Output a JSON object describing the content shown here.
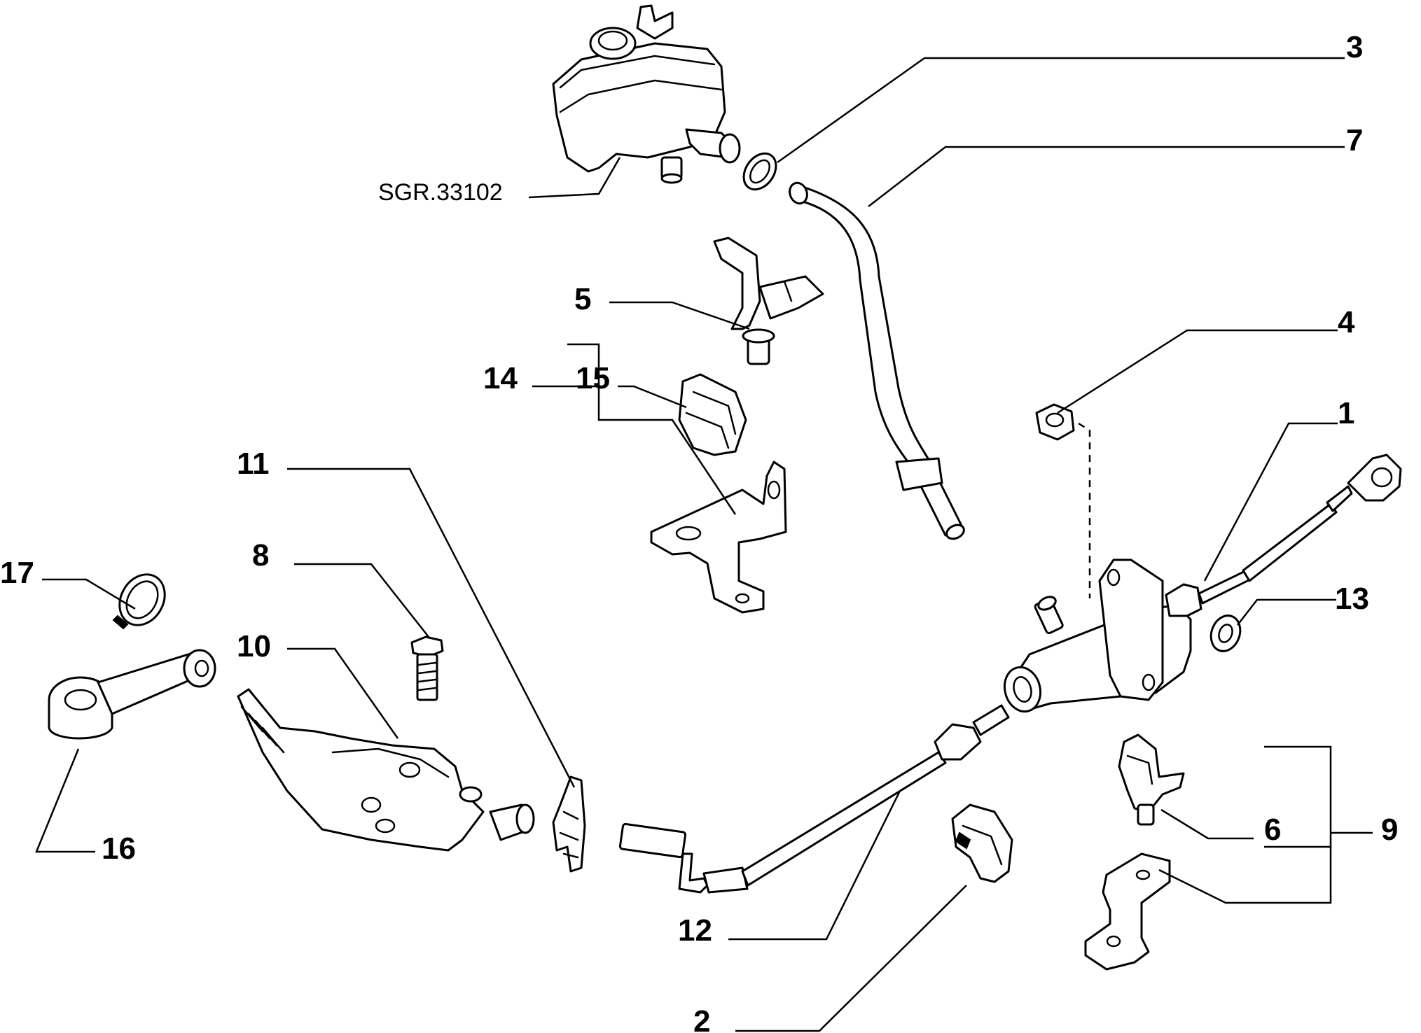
{
  "diagram": {
    "reference_code": "SGR.33102",
    "callouts": {
      "c1": "1",
      "c2": "2",
      "c3": "3",
      "c4": "4",
      "c5": "5",
      "c6": "6",
      "c7": "7",
      "c8": "8",
      "c9": "9",
      "c10": "10",
      "c11": "11",
      "c12": "12",
      "c13": "13",
      "c14": "14",
      "c15": "15",
      "c16": "16",
      "c17": "17"
    }
  }
}
